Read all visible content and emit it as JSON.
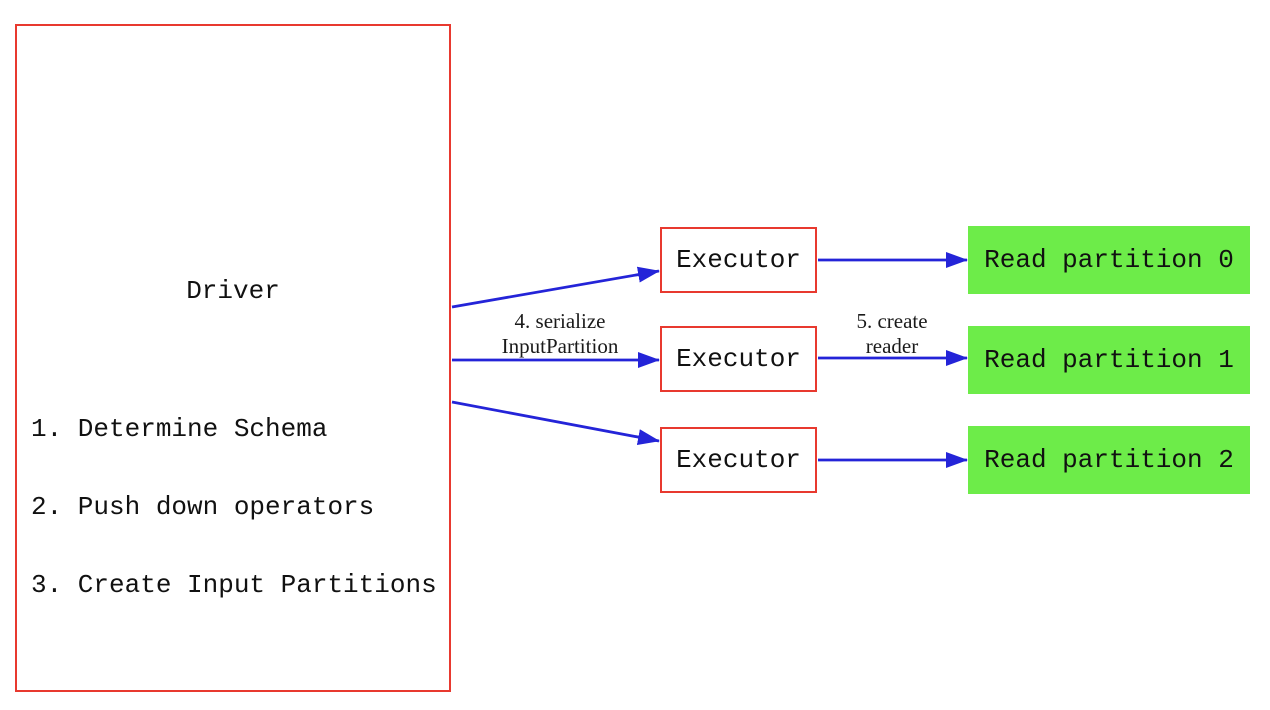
{
  "colors": {
    "red_border": "#e8392f",
    "green_fill": "#6dec49",
    "arrow_blue": "#2424d8",
    "text": "#111111",
    "background": "#ffffff"
  },
  "driver": {
    "title": "Driver",
    "steps": [
      "1. Determine Schema",
      "2. Push down operators",
      "3. Create Input Partitions"
    ]
  },
  "executors": [
    {
      "label": "Executor"
    },
    {
      "label": "Executor"
    },
    {
      "label": "Executor"
    }
  ],
  "read_partitions": [
    {
      "label": "Read partition 0"
    },
    {
      "label": "Read partition 1"
    },
    {
      "label": "Read partition 2"
    }
  ],
  "edge_labels": {
    "serialize": {
      "line1": "4. serialize",
      "line2": "InputPartition"
    },
    "create_reader": {
      "line1": "5. create",
      "line2": "reader"
    }
  }
}
